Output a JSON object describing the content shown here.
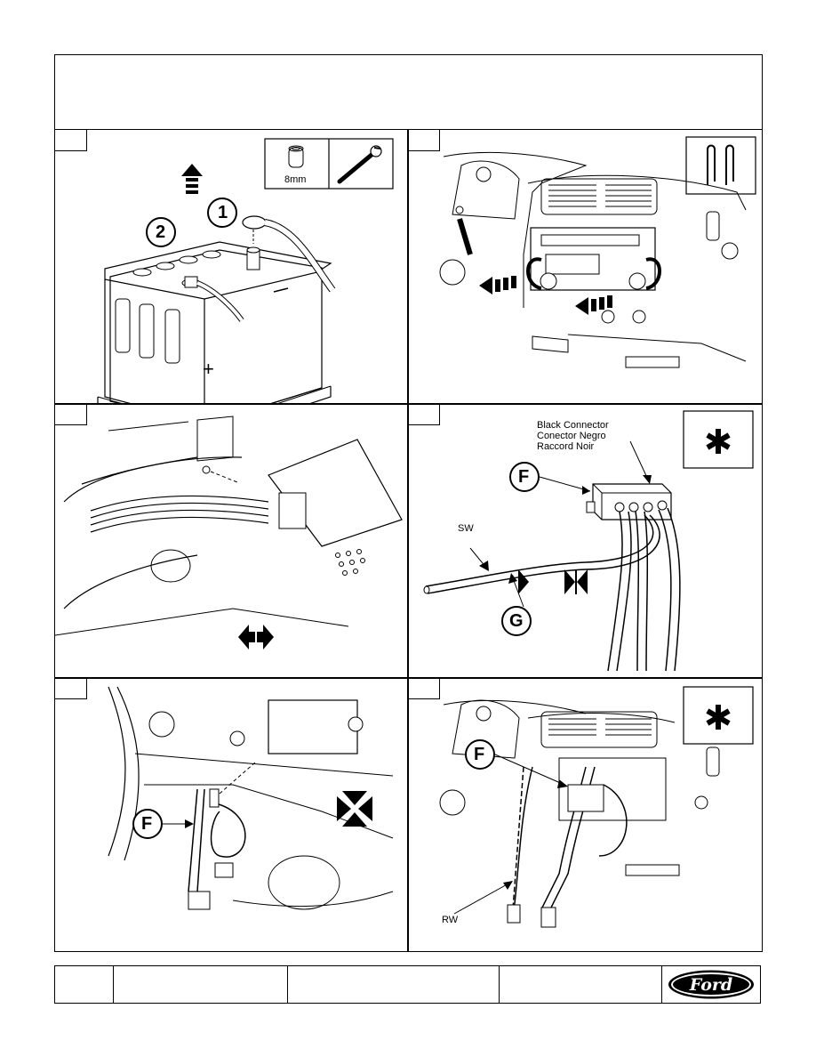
{
  "tools": {
    "socket_size": "8mm"
  },
  "panel1": {
    "step1": "1",
    "step2": "2"
  },
  "panel4": {
    "connector_en": "Black Connector",
    "connector_es": "Conector Negro",
    "connector_fr": "Raccord Noir",
    "label_f": "F",
    "label_sw": "SW",
    "label_g": "G"
  },
  "panel5": {
    "label_f": "F"
  },
  "panel6": {
    "label_f": "F",
    "label_rw": "RW"
  },
  "footer": {
    "logo": "Ford"
  },
  "colors": {
    "line": "#000000",
    "background": "#ffffff"
  },
  "icons": [
    "up-arrow-icon",
    "socket-icon",
    "wrench-icon",
    "clip-icon",
    "disconnect-arrows-icon",
    "connect-arrows-icon",
    "asterisk-icon",
    "ford-logo-icon"
  ]
}
